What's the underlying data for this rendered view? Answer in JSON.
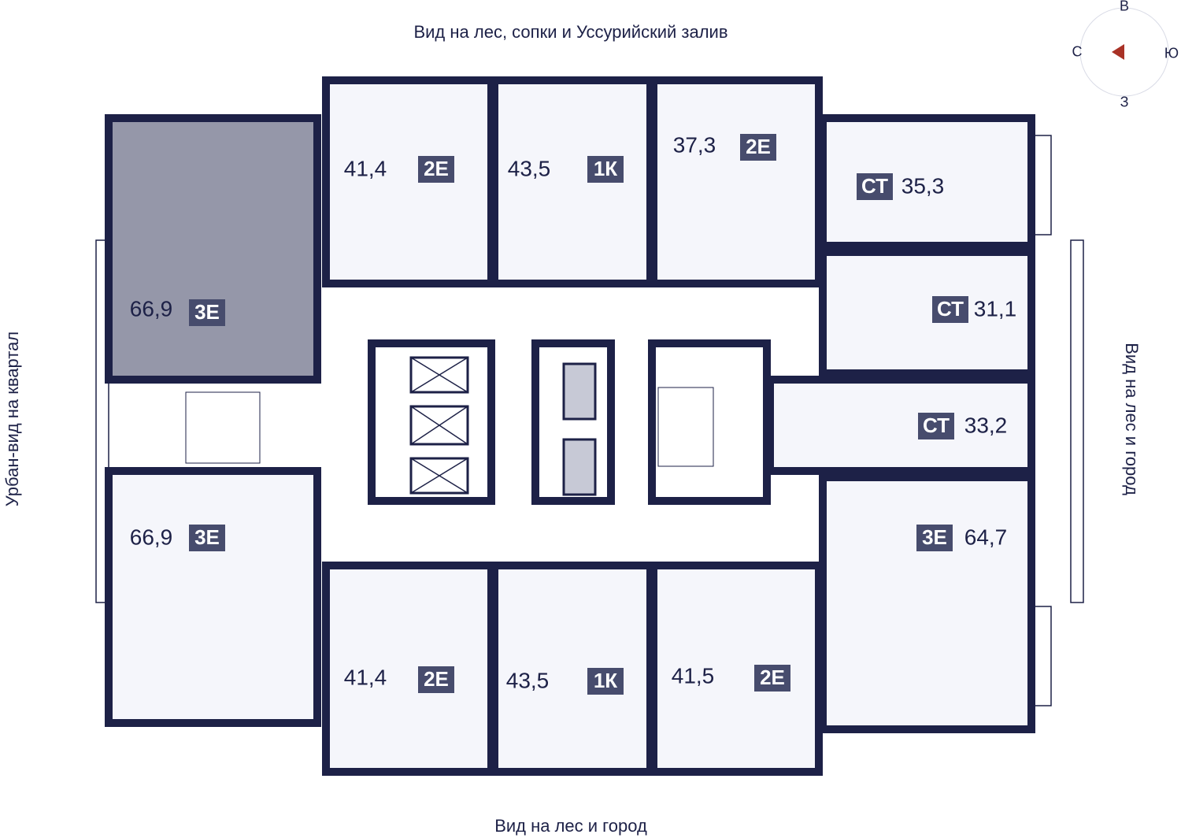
{
  "views": {
    "top": "Вид на лес, сопки и Уссурийский залив",
    "bottom": "Вид на лес и город",
    "left": "Урбан-вид на квартал",
    "right": "Вид на лес и город"
  },
  "compass": {
    "n": "В",
    "s": "З",
    "w": "С",
    "e": "Ю",
    "arrow_color": "#a93226"
  },
  "colors": {
    "wall": "#1d2147",
    "room": "#f5f6fb",
    "selected": "#9597a9",
    "badge": "#474c6d"
  },
  "apartments": [
    {
      "id": "a1",
      "area": "66,9",
      "type": "3Е",
      "selected": true
    },
    {
      "id": "a2",
      "area": "41,4",
      "type": "2Е"
    },
    {
      "id": "a3",
      "area": "43,5",
      "type": "1К"
    },
    {
      "id": "a4",
      "area": "37,3",
      "type": "2Е"
    },
    {
      "id": "a5",
      "area": "35,3",
      "type": "СТ"
    },
    {
      "id": "a6",
      "area": "31,1",
      "type": "СТ"
    },
    {
      "id": "a7",
      "area": "33,2",
      "type": "СТ"
    },
    {
      "id": "a8",
      "area": "64,7",
      "type": "3Е"
    },
    {
      "id": "a9",
      "area": "66,9",
      "type": "3Е"
    },
    {
      "id": "a10",
      "area": "41,4",
      "type": "2Е"
    },
    {
      "id": "a11",
      "area": "43,5",
      "type": "1К"
    },
    {
      "id": "a12",
      "area": "41,5",
      "type": "2Е"
    }
  ]
}
